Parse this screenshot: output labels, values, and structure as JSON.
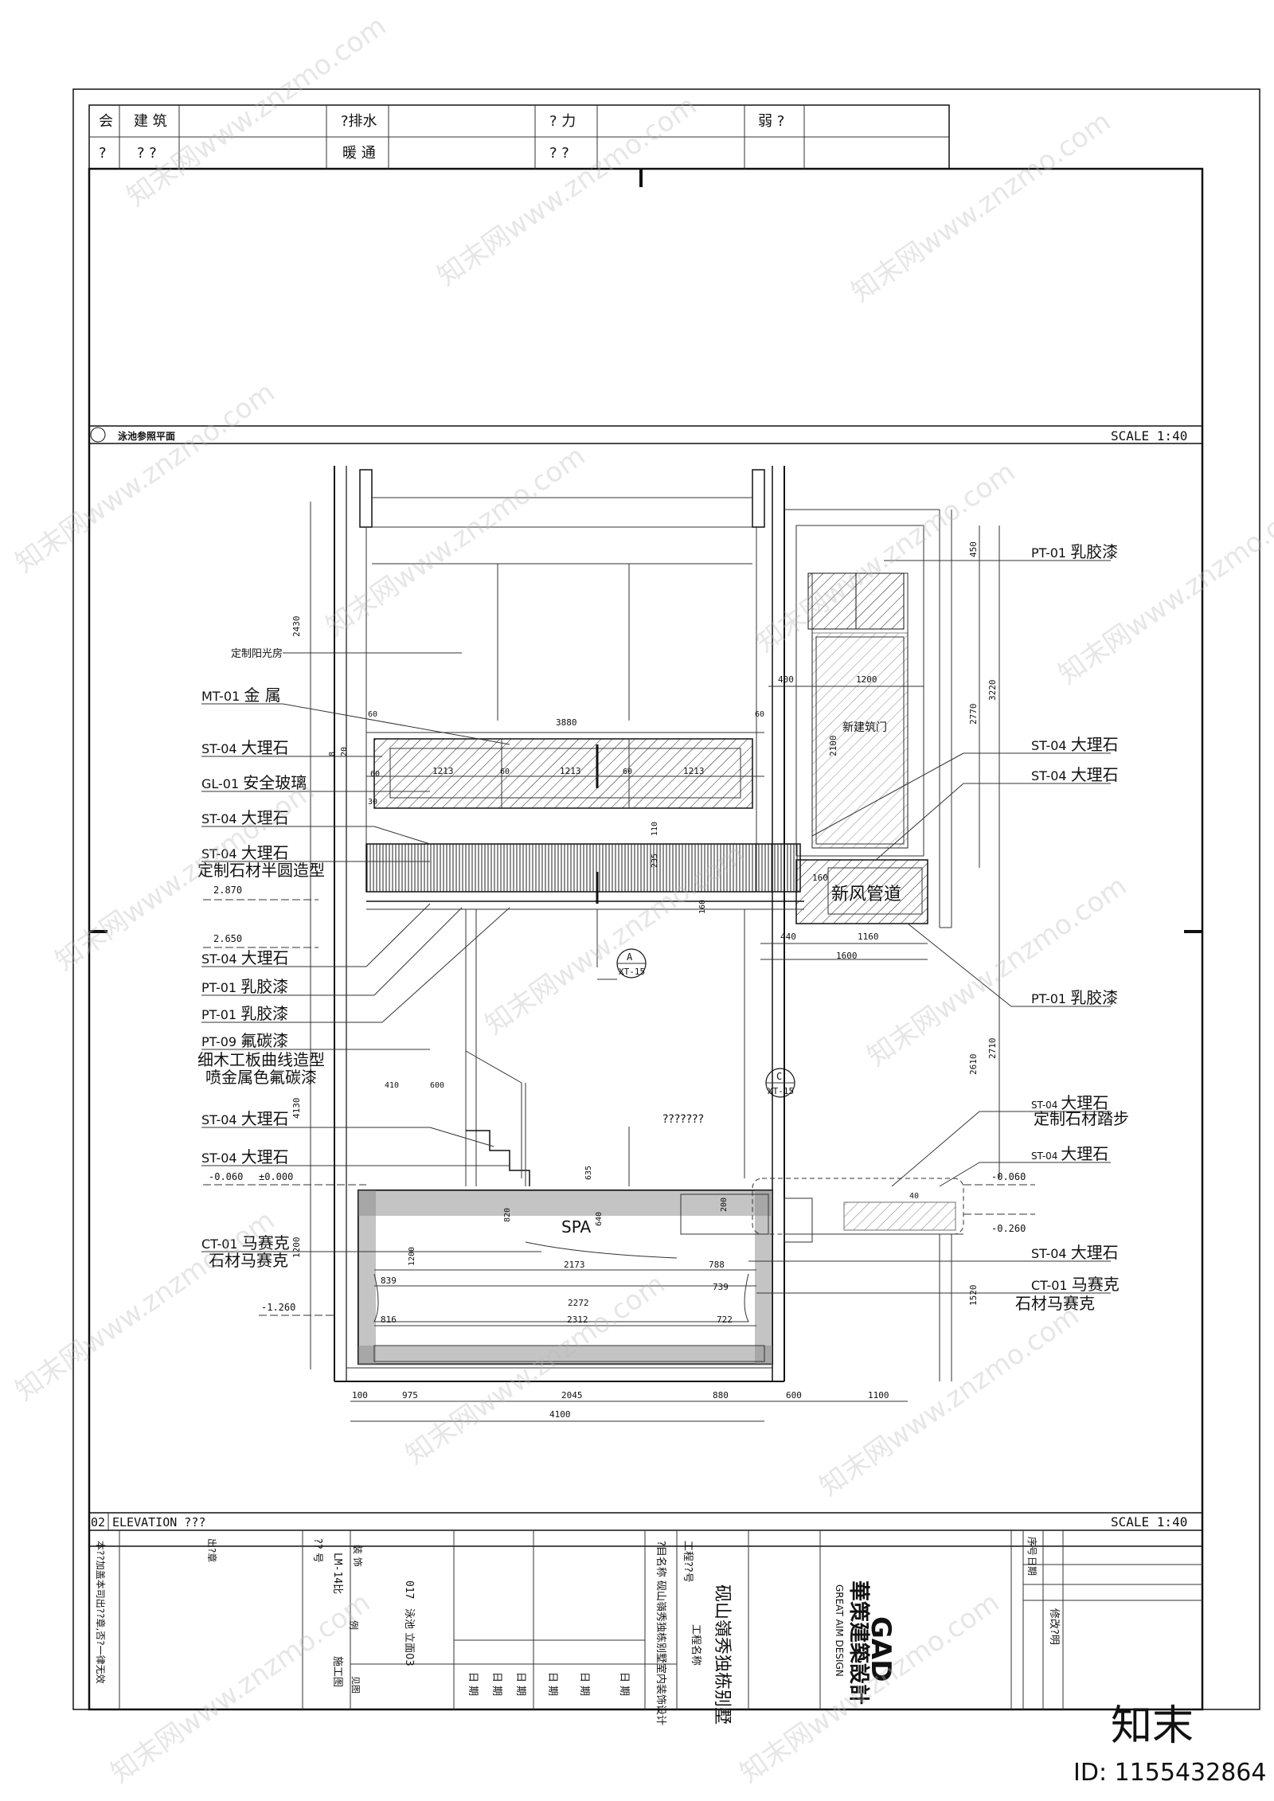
{
  "sign_table": {
    "row1": [
      "会",
      "建 筑",
      "?排水",
      "? 力",
      "弱 ?"
    ],
    "row2": [
      "?",
      "? ?",
      "暖 通",
      "? ?"
    ]
  },
  "sections": {
    "top_label": "泳池参照平面",
    "top_scale": "SCALE 1:40",
    "bottom_label": "ELEVATION ???",
    "bottom_scale": "SCALE 1:40",
    "bottom_num": "02"
  },
  "plan_labels": {
    "sunroom": "定制阳光房",
    "new_door": "新建筑门",
    "fresh_air": "新风管道",
    "spa": "SPA",
    "qmarks": "???????",
    "callout_a": {
      "letter": "A",
      "ref": "XT-15"
    },
    "callout_c": {
      "letter": "C",
      "ref": "XT-15"
    }
  },
  "left_tags": [
    {
      "code": "MT-01",
      "text": "金 属"
    },
    {
      "code": "ST-04",
      "text": "大理石"
    },
    {
      "code": "GL-01",
      "text": "安全玻璃"
    },
    {
      "code": "ST-04",
      "text": "大理石"
    },
    {
      "code": "ST-04",
      "text": "大理石",
      "sub": "定制石材半圆造型"
    },
    {
      "code": "ST-04",
      "text": "大理石"
    },
    {
      "code": "PT-01",
      "text": "乳胶漆"
    },
    {
      "code": "PT-01",
      "text": "乳胶漆"
    },
    {
      "code": "PT-09",
      "text": "氟碳漆",
      "sub": "细木工板曲线造型",
      "sub2": "喷金属色氟碳漆"
    },
    {
      "code": "ST-04",
      "text": "大理石"
    },
    {
      "code": "ST-04",
      "text": "大理石"
    },
    {
      "code": "CT-01",
      "text": "马赛克",
      "sub": "石材马赛克"
    }
  ],
  "right_tags": [
    {
      "code": "PT-01",
      "text": "乳胶漆"
    },
    {
      "code": "ST-04",
      "text": "大理石"
    },
    {
      "code": "ST-04",
      "text": "大理石"
    },
    {
      "code": "PT-01",
      "text": "乳胶漆"
    },
    {
      "code": "ST-04",
      "text": "大理石",
      "sub": "定制石材踏步"
    },
    {
      "code": "ST-04",
      "text": "大理石"
    },
    {
      "code": "ST-04",
      "text": "大理石"
    },
    {
      "code": "CT-01",
      "text": "马赛克",
      "sub": "石材马赛克"
    }
  ],
  "levels": [
    "2.870",
    "2.650",
    "-0.060",
    "±0.000",
    "-0.060",
    "-0.260",
    "-1.260"
  ],
  "dimensions": {
    "top_span": "3880",
    "glass": [
      "1213",
      "1213",
      "1213"
    ],
    "sixties": [
      "60",
      "60",
      "60",
      "60"
    ],
    "door": [
      "400",
      "1200"
    ],
    "duct": [
      "160",
      "440",
      "1160",
      "1600"
    ],
    "stairs": [
      "410",
      "600"
    ],
    "pool": [
      "2173",
      "788",
      "839",
      "2272",
      "739",
      "816",
      "2312",
      "722"
    ],
    "bottom_row": [
      "100",
      "975",
      "2045",
      "880",
      "600",
      "1100"
    ],
    "bottom_total": "4100",
    "left_vert": [
      "2430",
      "4130",
      "1200"
    ],
    "right_vert": [
      "450",
      "3220",
      "2770",
      "2100",
      "2710",
      "2610",
      "1520"
    ],
    "misc": [
      "8",
      "20",
      "60",
      "30",
      "110",
      "235",
      "160",
      "200",
      "820",
      "640",
      "635",
      "1200",
      "40"
    ]
  },
  "title_block": {
    "company_cn": "華策建築設計",
    "company_en": "GREAT AIM DESIGN",
    "logo": "GAD",
    "project_label": "工程名称",
    "project_name": "砚山嶺秀独栋别墅",
    "client_label": "工程??号",
    "subject": "?目名称  砚山嶺秀独栋别墅室内装饰设计",
    "sheet_title": "泳池 立面03",
    "sheet_no": "017",
    "drawing_no": "LM-14比",
    "phase": "施工图",
    "discipline": "装 饰",
    "scale_word": "例",
    "ratio": "见图",
    "rev_col1": "序号",
    "rev_col2": "日期",
    "rev_col3": "修改?明",
    "notes": "本??加盖本司出??章,否?一律无效",
    "stamp_label": "出?章",
    "date_labels": [
      "日 期",
      "日 期",
      "日 期",
      "日 期",
      "日 期",
      "日 期"
    ]
  },
  "watermark": {
    "brand": "知末网www.znzmo.com",
    "logo": "知末",
    "id": "ID: 1155432864"
  }
}
